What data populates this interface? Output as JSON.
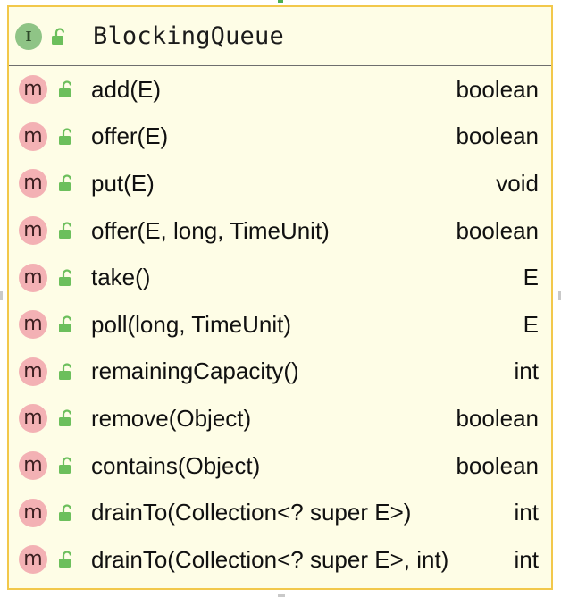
{
  "class_box": {
    "kind_icon": "interface-icon",
    "kind_letter": "I",
    "visibility_icon": "unlock-icon",
    "title": "BlockingQueue"
  },
  "methods": [
    {
      "icon": "method-icon",
      "badge": "m",
      "visibility_icon": "unlock-icon",
      "signature": "add(E)",
      "return_type": "boolean"
    },
    {
      "icon": "method-icon",
      "badge": "m",
      "visibility_icon": "unlock-icon",
      "signature": "offer(E)",
      "return_type": "boolean"
    },
    {
      "icon": "method-icon",
      "badge": "m",
      "visibility_icon": "unlock-icon",
      "signature": "put(E)",
      "return_type": "void"
    },
    {
      "icon": "method-icon",
      "badge": "m",
      "visibility_icon": "unlock-icon",
      "signature": "offer(E, long, TimeUnit)",
      "return_type": "boolean"
    },
    {
      "icon": "method-icon",
      "badge": "m",
      "visibility_icon": "unlock-icon",
      "signature": "take()",
      "return_type": "E"
    },
    {
      "icon": "method-icon",
      "badge": "m",
      "visibility_icon": "unlock-icon",
      "signature": "poll(long, TimeUnit)",
      "return_type": "E"
    },
    {
      "icon": "method-icon",
      "badge": "m",
      "visibility_icon": "unlock-icon",
      "signature": "remainingCapacity()",
      "return_type": "int"
    },
    {
      "icon": "method-icon",
      "badge": "m",
      "visibility_icon": "unlock-icon",
      "signature": "remove(Object)",
      "return_type": "boolean"
    },
    {
      "icon": "method-icon",
      "badge": "m",
      "visibility_icon": "unlock-icon",
      "signature": "contains(Object)",
      "return_type": "boolean"
    },
    {
      "icon": "method-icon",
      "badge": "m",
      "visibility_icon": "unlock-icon",
      "signature": "drainTo(Collection<? super E>)",
      "return_type": "int"
    },
    {
      "icon": "method-icon",
      "badge": "m",
      "visibility_icon": "unlock-icon",
      "signature": "drainTo(Collection<? super E>, int)",
      "return_type": "int"
    }
  ],
  "colors": {
    "box_fill": "#fefde6",
    "box_border": "#f2c84b",
    "interface_badge": "#8fc486",
    "method_badge": "#f3b1b4",
    "lock_green": "#6cbf5c"
  }
}
